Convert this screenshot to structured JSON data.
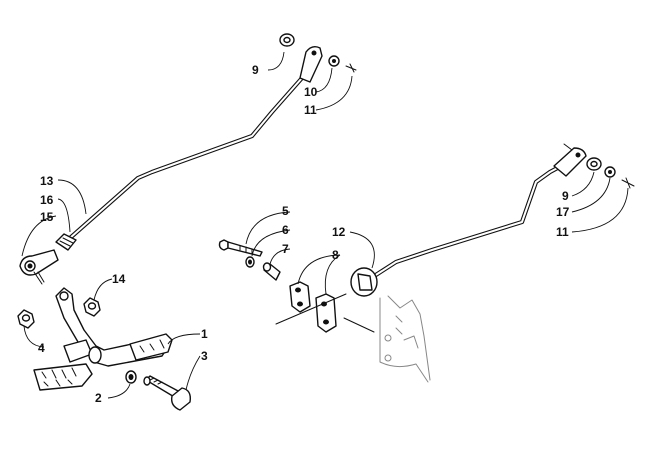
{
  "callouts": {
    "c1": "1",
    "c2": "2",
    "c3": "3",
    "c4": "4",
    "c5": "5",
    "c6": "6",
    "c7": "7",
    "c8": "8",
    "c9a": "9",
    "c9b": "9",
    "c10": "10",
    "c11a": "11",
    "c11b": "11",
    "c12": "12",
    "c13": "13",
    "c14": "14",
    "c15": "15",
    "c16": "16",
    "c17": "17"
  }
}
